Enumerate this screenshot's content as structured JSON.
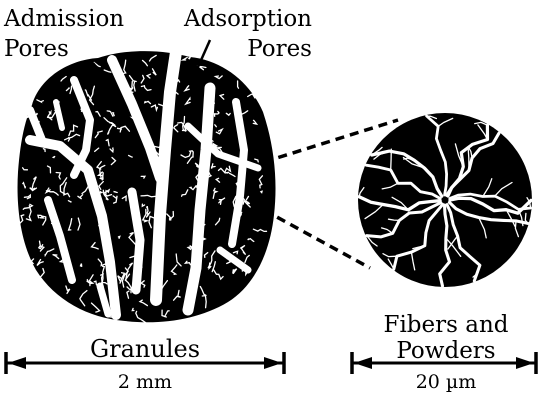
{
  "labels": {
    "admission_line1": "Admission",
    "admission_line2": "Pores",
    "adsorption_line1": "Adsorption",
    "adsorption_line2": "Pores",
    "granules": "Granules",
    "granules_scale": "2 mm",
    "fibers_line1": "Fibers and",
    "fibers_line2": "Powders",
    "fibers_scale": "20 µm"
  },
  "colors": {
    "ink": "#000000",
    "paper": "#ffffff"
  },
  "icons": {
    "granule": "granule-pore-network-icon",
    "fiber": "fiber-cross-section-icon"
  }
}
